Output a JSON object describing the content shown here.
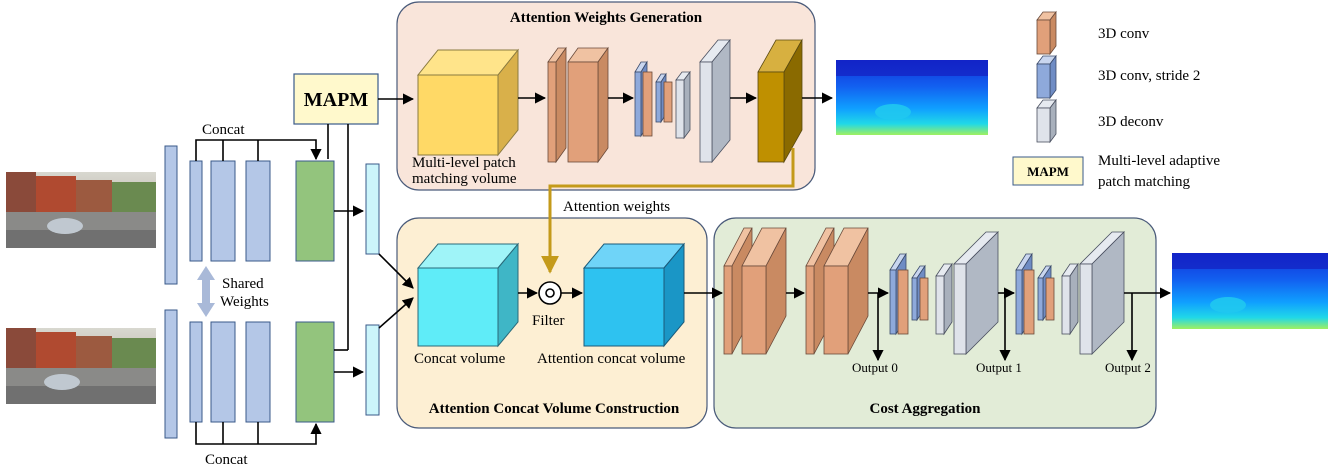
{
  "panels": {
    "attention_weights_generation": "Attention Weights Generation",
    "attention_concat_volume_construction": "Attention Concat Volume Construction",
    "cost_aggregation": "Cost Aggregation"
  },
  "labels": {
    "concat_top": "Concat",
    "concat_bottom": "Concat",
    "shared_weights_1": "Shared",
    "shared_weights_2": "Weights",
    "mapm": "MAPM",
    "multi_level_1": "Multi-level patch",
    "multi_level_2": "matching volume",
    "attention_weights": "Attention weights",
    "concat_volume": "Concat volume",
    "attention_concat_volume": "Attention concat volume",
    "filter": "Filter",
    "output_0": "Output 0",
    "output_1": "Output 1",
    "output_2": "Output 2"
  },
  "legend": {
    "conv": "3D conv",
    "conv_stride": "3D conv, stride 2",
    "deconv": "3D deconv",
    "mapm_box": "MAPM",
    "mapm_desc_1": "Multi-level adaptive",
    "mapm_desc_2": "patch matching"
  },
  "colors": {
    "conv": "#e1a07a",
    "conv_stride": "#8ea9db",
    "deconv": "#c5ccd6",
    "feature": "#b4c7e7",
    "green_block": "#93c47d",
    "cyan_block": "#ccf5fb",
    "mapm_fill": "#fff9cc",
    "gold": "#c49a1a",
    "panel_top": "#f9e5da",
    "panel_mid": "#fdefd3",
    "panel_right": "#e2ecd7"
  }
}
